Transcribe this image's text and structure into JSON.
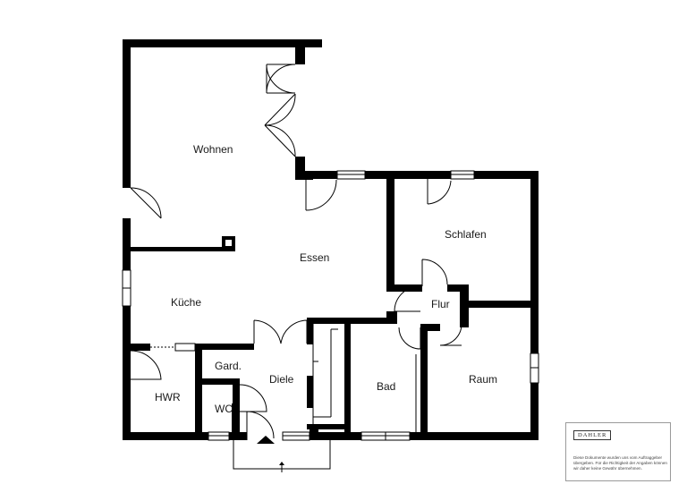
{
  "rooms": {
    "wohnen": "Wohnen",
    "essen": "Essen",
    "kueche": "Küche",
    "schlafen": "Schlafen",
    "flur": "Flur",
    "gard": "Gard.",
    "diele": "Diele",
    "hwr": "HWR",
    "wc": "WC",
    "bad": "Bad",
    "raum": "Raum"
  },
  "stamp": {
    "logo": "DAHLER",
    "disclaimer": "Diese Dokumente wurden uns vom Auftraggeber übergeben. Für die Richtigkeit der Angaben können wir daher keine Gewähr übernehmen."
  },
  "colors": {
    "wall": "#000000",
    "line": "#000000",
    "window_fill": "#ffffff"
  }
}
